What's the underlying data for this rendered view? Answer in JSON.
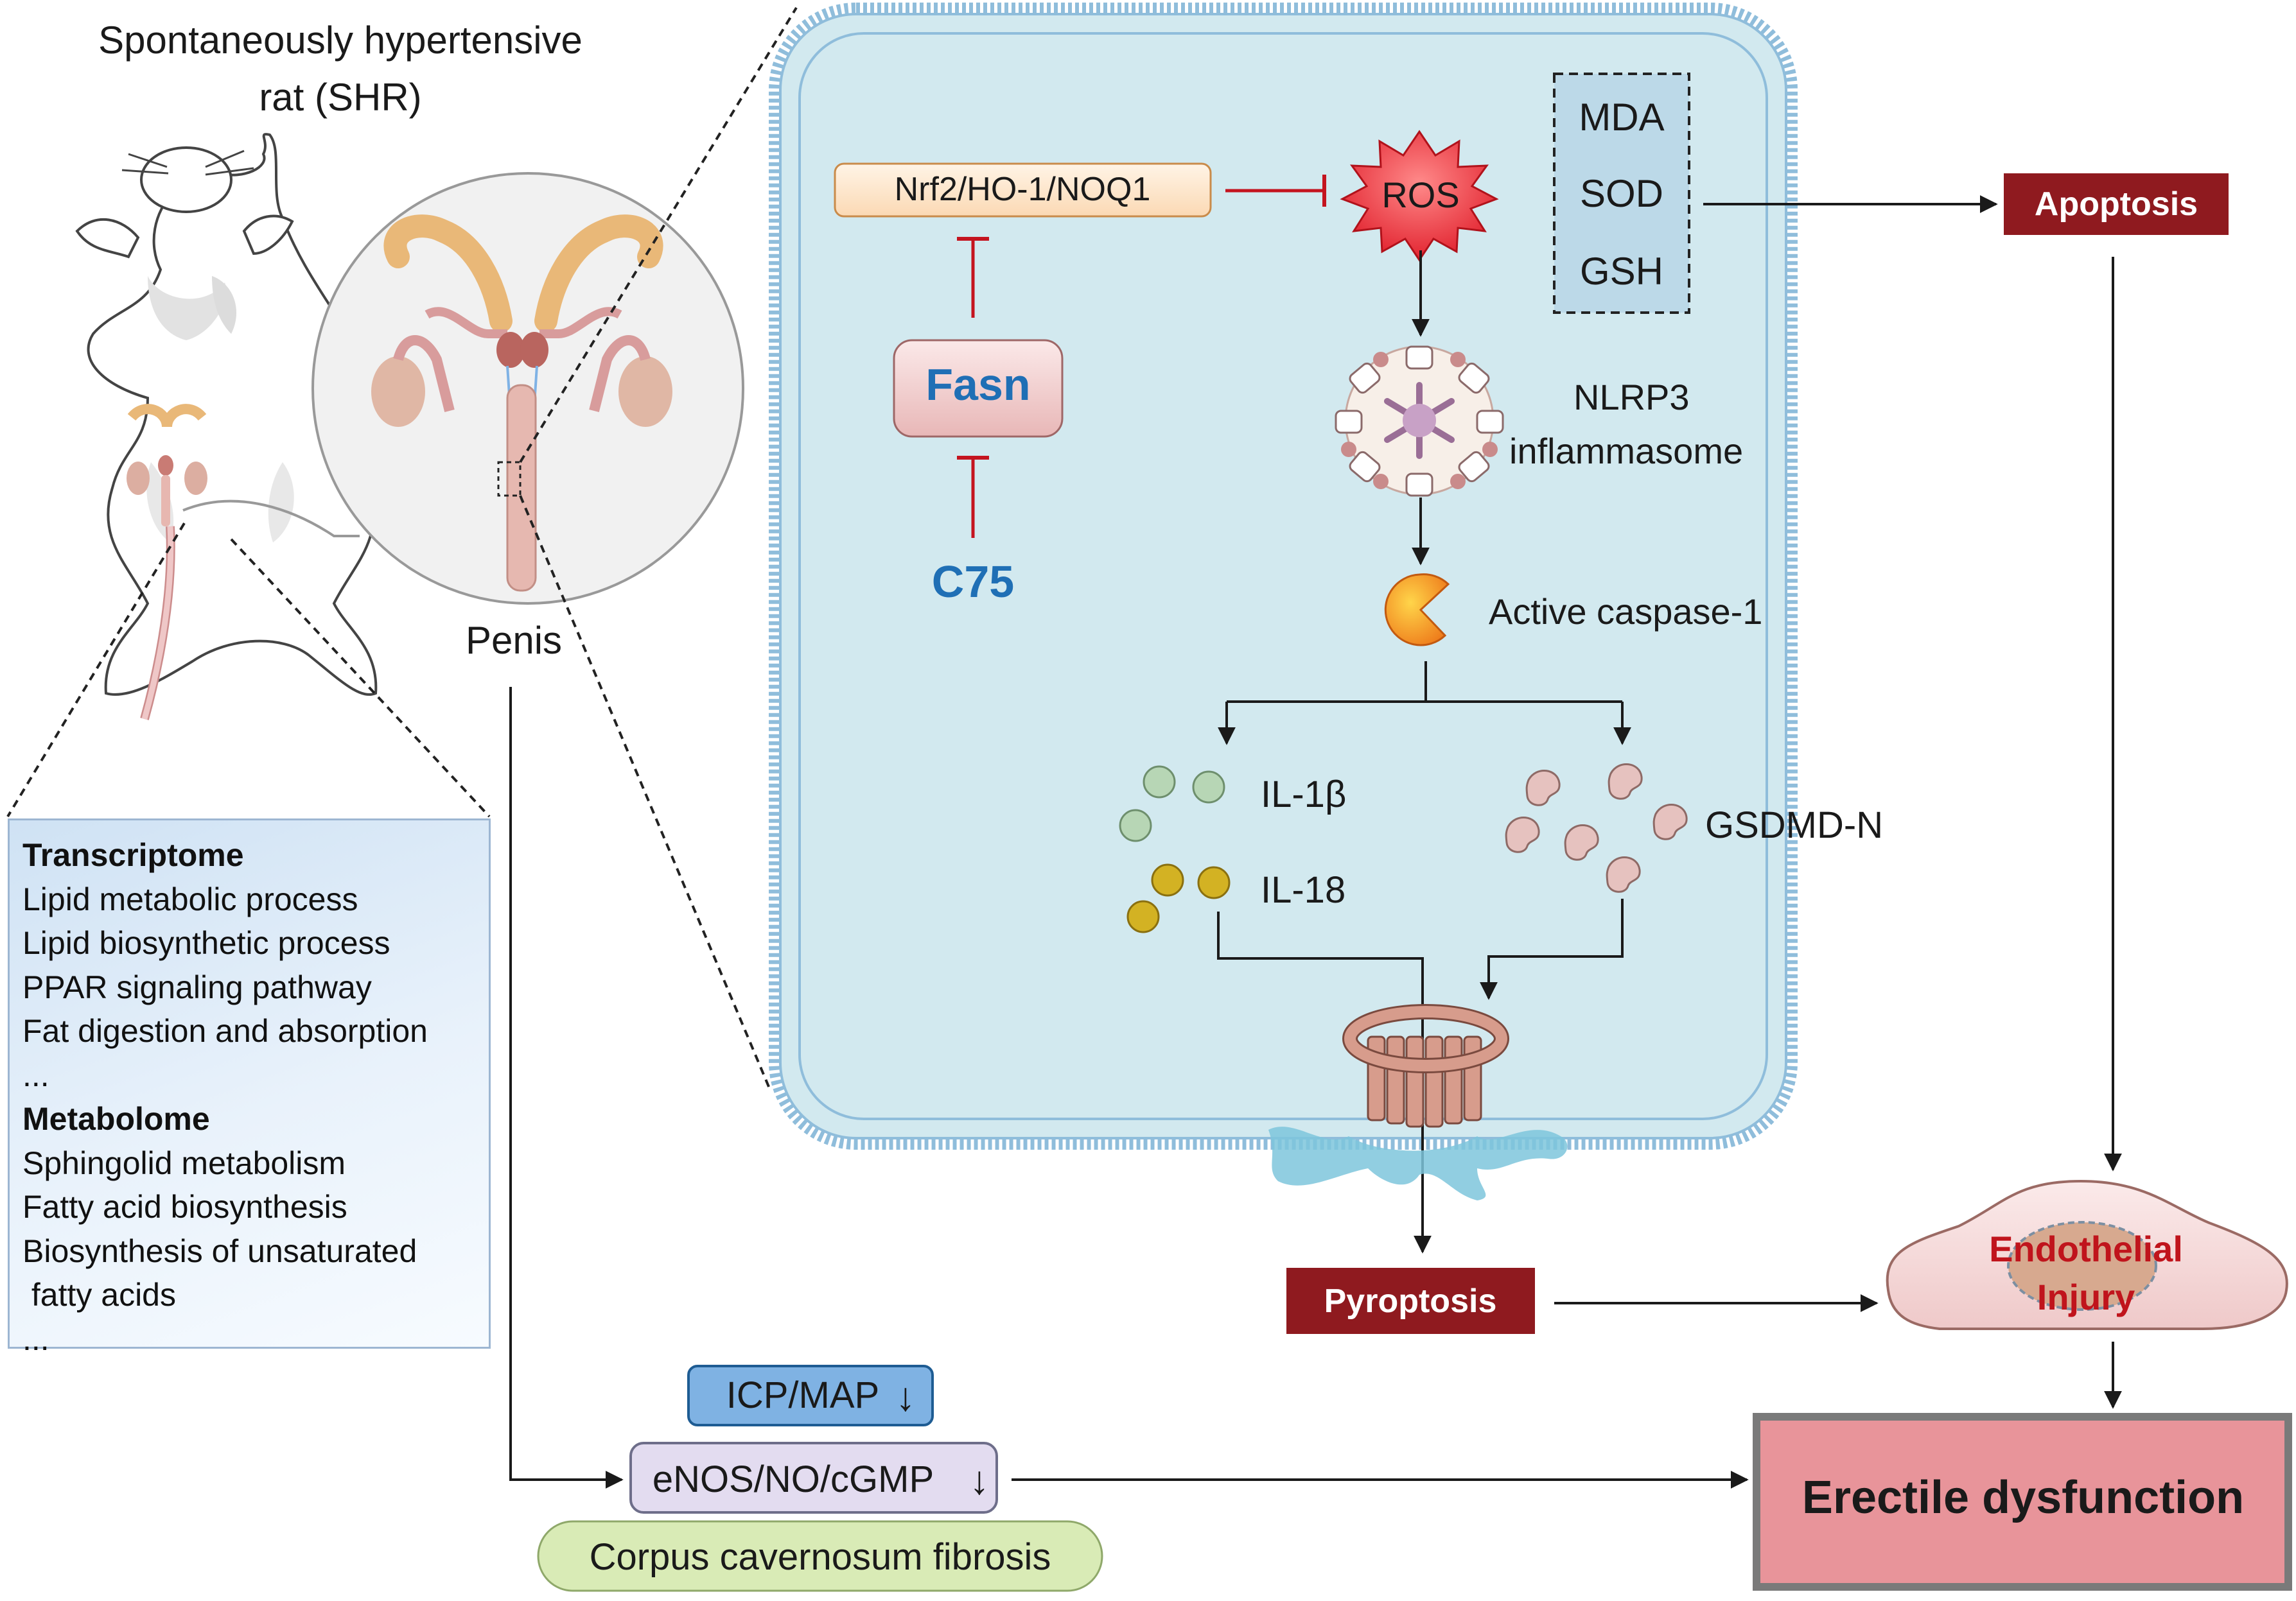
{
  "animal": {
    "title_line1": "Spontaneously hypertensive",
    "title_line2": "rat (SHR)",
    "organ_label": "Penis"
  },
  "omics": {
    "transcriptome_heading": "Transcriptome",
    "transcriptome_items": [
      "Lipid metabolic process",
      "Lipid biosynthetic process",
      "PPAR signaling pathway",
      "Fat digestion and absorption",
      "..."
    ],
    "metabolome_heading": "Metabolome",
    "metabolome_items": [
      "Sphingolid metabolism",
      "Fatty acid biosynthesis",
      "Biosynthesis of unsaturated",
      " fatty acids",
      "..."
    ]
  },
  "pathway": {
    "nrf2": "Nrf2/HO-1/NOQ1",
    "fasn": "Fasn",
    "c75": "C75",
    "ros": "ROS",
    "oxidative_markers": [
      "MDA",
      "SOD",
      "GSH"
    ],
    "apoptosis": "Apoptosis",
    "nlrp3_line1": "NLRP3",
    "nlrp3_line2": "inflammasome",
    "caspase": "Active caspase-1",
    "il1b": "IL-1β",
    "il18": "IL-18",
    "gsdmd": "GSDMD-N",
    "pyroptosis": "Pyroptosis",
    "endothelial_line1": "Endothelial",
    "endothelial_line2": "Injury"
  },
  "outcomes": {
    "icp_map": "ICP/MAP",
    "enos": "eNOS/NO/cGMP",
    "down_arrow": "↓",
    "fibrosis": "Corpus cavernosum fibrosis",
    "erectile": "Erectile dysfunction"
  },
  "colors": {
    "inhibit_red": "#c4141f",
    "dark_red_box": "#8f1a1f",
    "fasn_blue": "#1f6fb5",
    "cell_fill": "#d2e9ef",
    "membrane": "#8fbddb",
    "ed_box": "#e8949a"
  }
}
